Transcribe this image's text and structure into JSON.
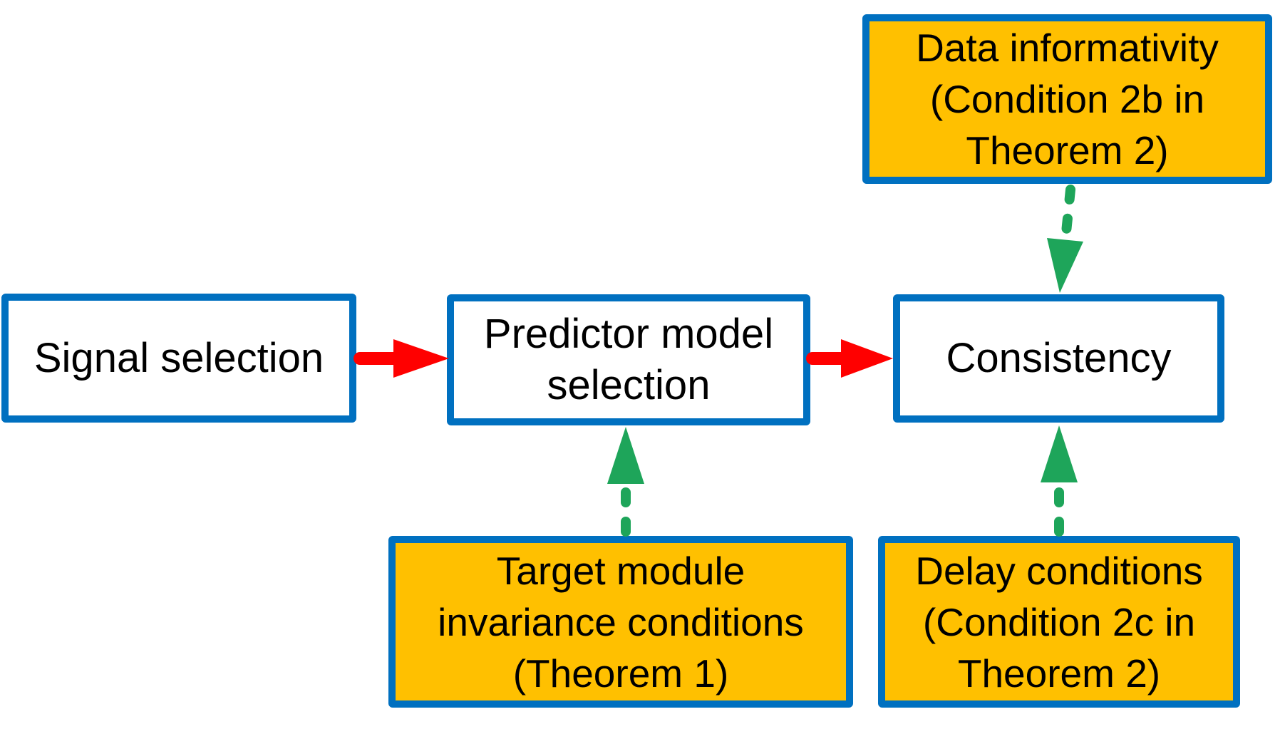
{
  "diagram": {
    "colors": {
      "border_blue": "#0070C0",
      "process_fill": "#FFFFFF",
      "condition_fill": "#FFC000",
      "arrow_red": "#FF0000",
      "arrow_green": "#1EA55A",
      "text_color": "#000000"
    },
    "nodes": {
      "signal": {
        "lines": [
          "Signal selection"
        ]
      },
      "predictor": {
        "lines": [
          "Predictor model",
          "selection"
        ]
      },
      "consistency": {
        "lines": [
          "Consistency"
        ]
      },
      "data_informativity": {
        "lines": [
          "Data informativity",
          "(Condition 2b in",
          "Theorem 2)"
        ]
      },
      "target_module": {
        "lines": [
          "Target module",
          "invariance conditions",
          "(Theorem 1)"
        ]
      },
      "delay_conditions": {
        "lines": [
          "Delay conditions",
          "(Condition 2c in",
          "Theorem 2)"
        ]
      }
    },
    "connections": [
      {
        "from": "signal",
        "to": "predictor",
        "style": "solid-red-arrow"
      },
      {
        "from": "predictor",
        "to": "consistency",
        "style": "solid-red-arrow"
      },
      {
        "from": "data_informativity",
        "to": "consistency",
        "style": "dashed-green-arrow"
      },
      {
        "from": "target_module",
        "to": "predictor",
        "style": "dashed-green-arrow"
      },
      {
        "from": "delay_conditions",
        "to": "consistency",
        "style": "dashed-green-arrow"
      }
    ]
  }
}
